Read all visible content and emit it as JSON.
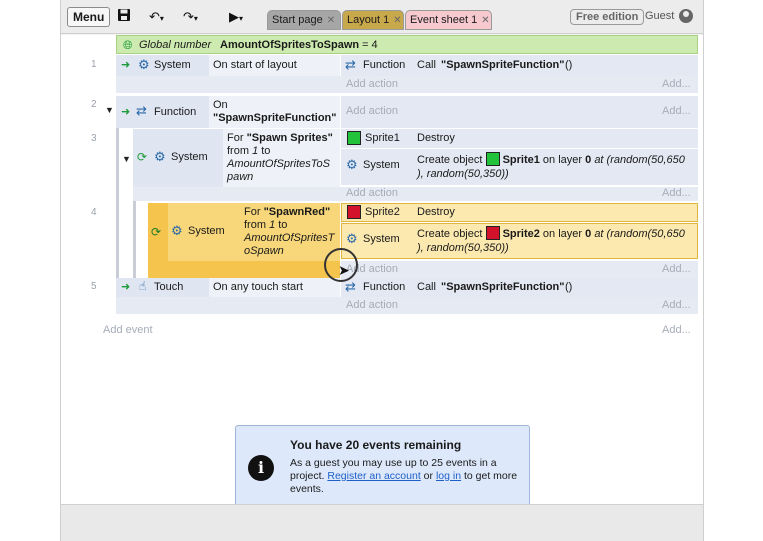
{
  "toolbar": {
    "menu_label": "Menu",
    "tabs": [
      {
        "label": "Start page",
        "close": "✕"
      },
      {
        "label": "Layout 1",
        "close": "✕"
      },
      {
        "label": "Event sheet 1",
        "close": "✕"
      }
    ],
    "edition_label": "Free edition",
    "guest_label": "Guest",
    "icons": [
      "save-icon",
      "undo-icon",
      "redo-icon",
      "play-icon",
      "user-icon"
    ]
  },
  "global_var": {
    "prefix": "Global number",
    "name": "AmountOfSpritesToSpawn",
    "suffix": "= 4"
  },
  "events": {
    "e1": {
      "num": "1",
      "object": "System",
      "condition": "On start of layout",
      "action_object": "Function",
      "action_prefix": "Call",
      "action_value": "\"SpawnSpriteFunction\"",
      "action_suffix": "()",
      "add_action": "Add action",
      "add": "Add..."
    },
    "e2": {
      "num": "2",
      "object": "Function",
      "condition_line1": "On",
      "condition_line2": "\"SpawnSpriteFunction\"",
      "add_action": "Add action",
      "add": "Add..."
    },
    "e3": {
      "num": "3",
      "object": "System",
      "cond_for": "For",
      "cond_name": "\"Spawn Sprites\"",
      "cond_from": "from",
      "cond_from_val": "1",
      "cond_to": "to",
      "cond_var1": "AmountOfSpritesToS",
      "cond_var2": "pawn",
      "actions": [
        {
          "object": "Sprite1",
          "text": "Destroy",
          "color": "#22c33a"
        },
        {
          "object": "System",
          "prefix": "Create object",
          "sprite": "Sprite1",
          "layer_text": "on layer",
          "layer": "0",
          "at": "at (random(50,650",
          "line2": "), random(50,350))"
        }
      ],
      "add_action": "Add action",
      "add": "Add..."
    },
    "e4": {
      "num": "4",
      "object": "System",
      "cond_for": "For",
      "cond_name": "\"SpawnRed\"",
      "cond_from": "from",
      "cond_from_val": "1",
      "cond_to": "to",
      "cond_var1": "AmountOfSpritesT",
      "cond_var2": "oSpawn",
      "actions": [
        {
          "object": "Sprite2",
          "text": "Destroy",
          "color": "#d2112a"
        },
        {
          "object": "System",
          "prefix": "Create object",
          "sprite": "Sprite2",
          "layer_text": "on layer",
          "layer": "0",
          "at": "at (random(50,650",
          "line2": "), random(50,350))"
        }
      ],
      "add_action": "Add action",
      "add": "Add..."
    },
    "e5": {
      "num": "5",
      "object": "Touch",
      "condition": "On any touch start",
      "action_object": "Function",
      "action_prefix": "Call",
      "action_value": "\"SpawnSpriteFunction\"",
      "action_suffix": "()",
      "add_action": "Add action",
      "add": "Add..."
    }
  },
  "add_event": "Add event",
  "add_event_right": "Add...",
  "notice": {
    "title": "You have 20 events remaining",
    "body_1": "As a guest you may use up to 25 events in a project.",
    "link_register": "Register an account",
    "or": "or",
    "link_login": "log in",
    "body_2": "to get more events."
  },
  "colors": {
    "accent_green": "#1f9a3a",
    "selected_yellow": "#f4c44c",
    "sprite1": "#22c33a",
    "sprite2": "#d2112a"
  }
}
